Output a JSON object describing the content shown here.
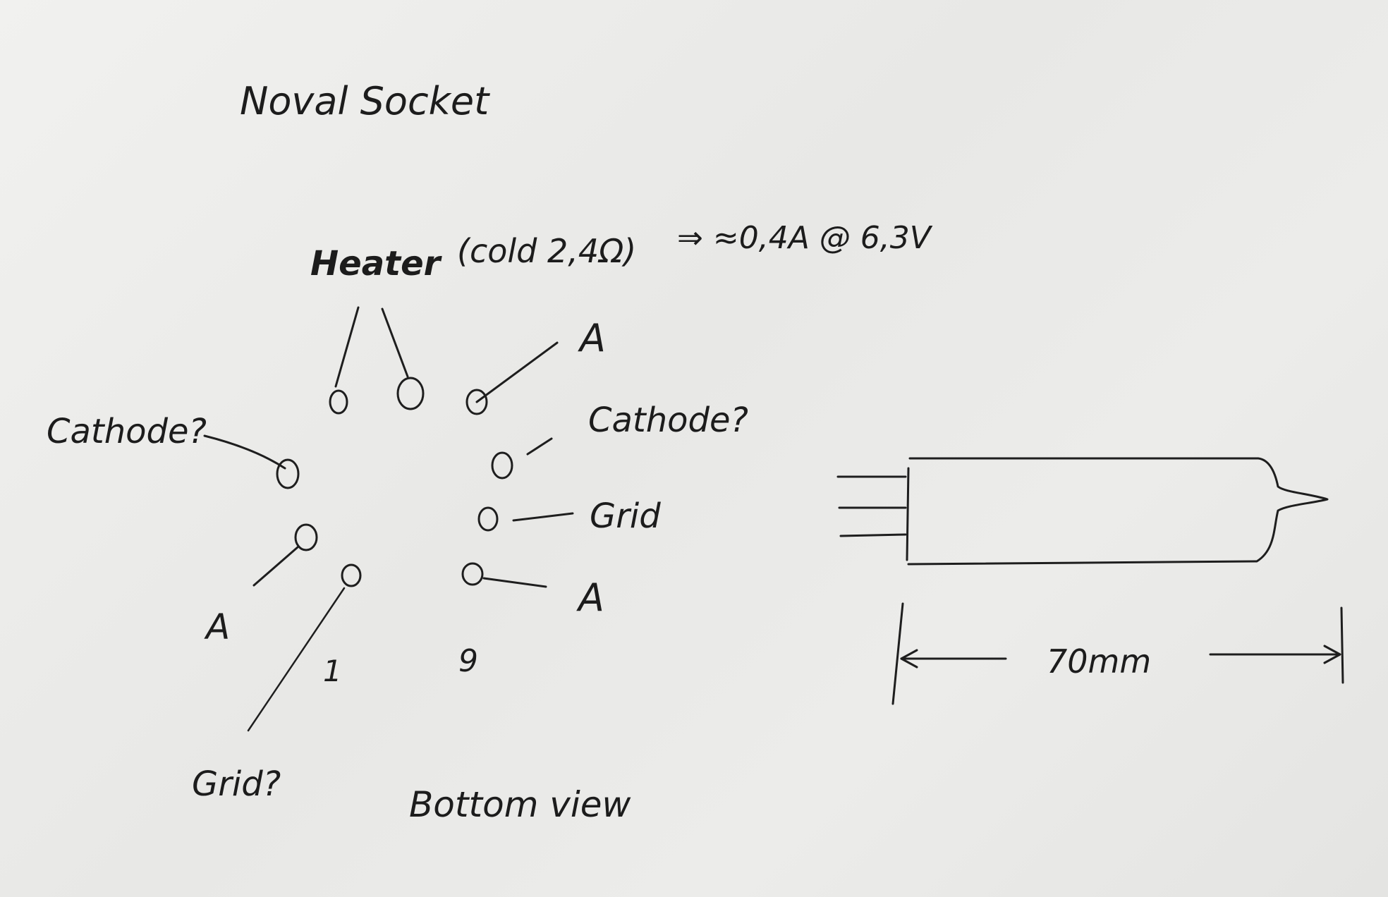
{
  "title": "Noval Socket",
  "heater_note": {
    "label": "Heater",
    "detail": "(cold 2,4Ω)",
    "result": "⇒ ≈0,4A @ 6,3V"
  },
  "pins": [
    {
      "label": "Cathode?"
    },
    {
      "label": "A"
    },
    {
      "label": "Grid?"
    },
    {
      "label": "A"
    },
    {
      "label": "Cathode?"
    },
    {
      "label": "Grid"
    },
    {
      "label": "A"
    }
  ],
  "pin_numbers": {
    "first": "1",
    "last": "9"
  },
  "view_caption": "Bottom view",
  "tube_dimension": {
    "length": "70mm"
  }
}
